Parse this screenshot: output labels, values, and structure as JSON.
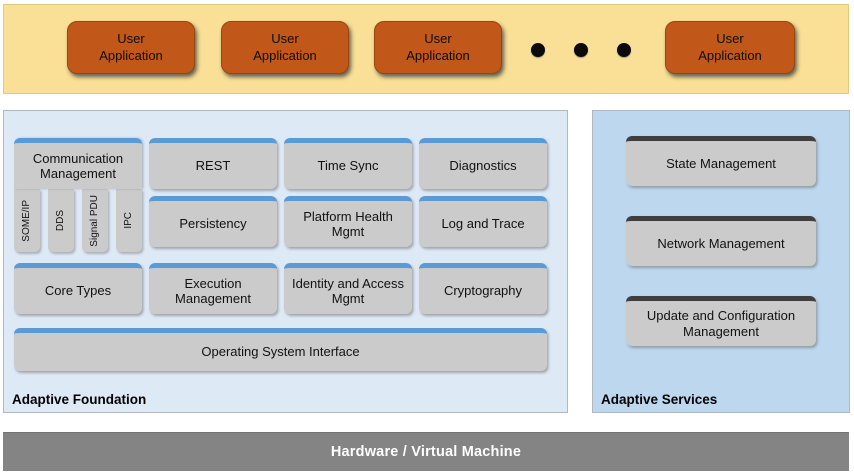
{
  "colors": {
    "band_yellow": "#fae096",
    "application_orange": "#c2571a",
    "foundation_panel_blue": "#dee9f6",
    "services_panel_blue": "#bcd7ee",
    "function_box_gray": "#cbcbcb",
    "foundation_box_accent": "#5b9bd5",
    "services_box_accent": "#3f3f3f",
    "hardware_gray": "#848484"
  },
  "user_applications": {
    "labels": [
      "User\nApplication",
      "User\nApplication",
      "User\nApplication",
      "User\nApplication"
    ],
    "ellipsis_dot_count": 3
  },
  "adaptive_foundation": {
    "title": "Adaptive Foundation",
    "communication": {
      "label": "Communication\nManagement",
      "bindings": [
        "SOME/IP",
        "DDS",
        "Signal PDU",
        "IPC"
      ]
    },
    "row1": [
      "REST",
      "Time Sync",
      "Diagnostics"
    ],
    "row2": [
      "Persistency",
      "Platform Health Mgmt",
      "Log and Trace"
    ],
    "row3": [
      "Core Types",
      "Execution Management",
      "Identity and Access Mgmt",
      "Cryptography"
    ],
    "os_interface": "Operating System Interface"
  },
  "adaptive_services": {
    "title": "Adaptive Services",
    "boxes": [
      "State Management",
      "Network Management",
      "Update and Configuration Management"
    ]
  },
  "hardware": {
    "label": "Hardware / Virtual Machine"
  }
}
